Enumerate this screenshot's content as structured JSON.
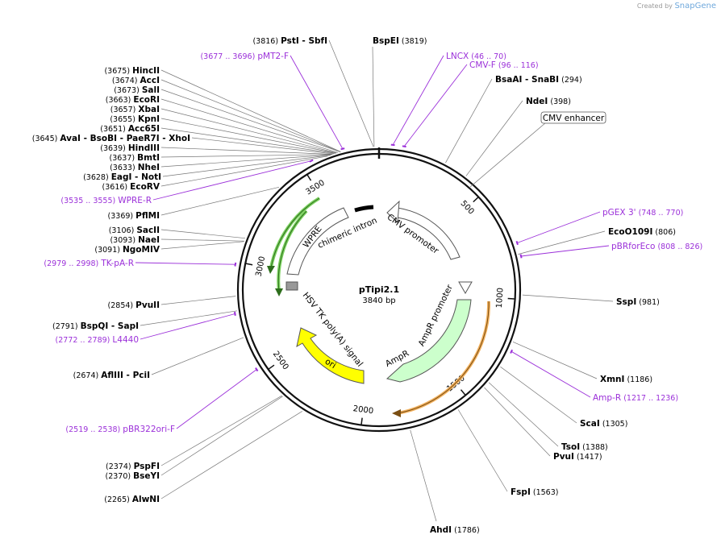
{
  "credit": {
    "prefix": "Created by",
    "brand": "SnapGene"
  },
  "plasmid": {
    "name": "pTipi2.1",
    "size_label": "3840 bp",
    "length": 3840
  },
  "ticks": [
    {
      "pos": 500,
      "label": "500"
    },
    {
      "pos": 1000,
      "label": "1000"
    },
    {
      "pos": 1500,
      "label": "1500"
    },
    {
      "pos": 2000,
      "label": "2000"
    },
    {
      "pos": 2500,
      "label": "2500"
    },
    {
      "pos": 3000,
      "label": "3000"
    },
    {
      "pos": 3500,
      "label": "3500"
    }
  ],
  "enzymes_left": [
    {
      "pos": "(3816)",
      "name": "PstI",
      "extra": "SbfI",
      "site": 3816
    },
    {
      "pos": "(3675)",
      "name": "HincII",
      "site": 3675
    },
    {
      "pos": "(3674)",
      "name": "AccI",
      "site": 3674
    },
    {
      "pos": "(3673)",
      "name": "SalI",
      "site": 3673
    },
    {
      "pos": "(3663)",
      "name": "EcoRI",
      "site": 3663
    },
    {
      "pos": "(3657)",
      "name": "XbaI",
      "site": 3657
    },
    {
      "pos": "(3655)",
      "name": "KpnI",
      "site": 3655
    },
    {
      "pos": "(3651)",
      "name": "Acc65I",
      "site": 3651
    },
    {
      "pos": "(3645)",
      "name": "AvaI",
      "extra": "BsoBI",
      "extra2": "PaeR7I",
      "extra3": "XhoI",
      "site": 3645
    },
    {
      "pos": "(3639)",
      "name": "HindIII",
      "site": 3639
    },
    {
      "pos": "(3637)",
      "name": "BmtI",
      "site": 3637
    },
    {
      "pos": "(3633)",
      "name": "NheI",
      "site": 3633
    },
    {
      "pos": "(3628)",
      "name": "EagI",
      "extra": "NotI",
      "site": 3628
    },
    {
      "pos": "(3616)",
      "name": "EcoRV",
      "site": 3616
    },
    {
      "pos": "(3369)",
      "name": "PflMI",
      "site": 3369
    },
    {
      "pos": "(3106)",
      "name": "SacII",
      "site": 3106
    },
    {
      "pos": "(3093)",
      "name": "NaeI",
      "site": 3093
    },
    {
      "pos": "(3091)",
      "name": "NgoMIV",
      "site": 3091
    },
    {
      "pos": "(2854)",
      "name": "PvuII",
      "site": 2854
    },
    {
      "pos": "(2791)",
      "name": "BspQI",
      "extra": "SapI",
      "site": 2791
    },
    {
      "pos": "(2674)",
      "name": "AflIII",
      "extra": "PciI",
      "site": 2674
    },
    {
      "pos": "(2374)",
      "name": "PspFI",
      "site": 2374
    },
    {
      "pos": "(2370)",
      "name": "BseYI",
      "site": 2370
    },
    {
      "pos": "(2265)",
      "name": "AlwNI",
      "site": 2265
    }
  ],
  "enzymes_right": [
    {
      "name": "BspEI",
      "pos": "(3819)",
      "site": 3819
    },
    {
      "name": "BsaAI",
      "extra": "SnaBI",
      "pos": "(294)",
      "site": 294
    },
    {
      "name": "NdeI",
      "pos": "(398)",
      "site": 398
    },
    {
      "name": "EcoO109I",
      "pos": "(806)",
      "site": 806
    },
    {
      "name": "SspI",
      "pos": "(981)",
      "site": 981
    },
    {
      "name": "XmnI",
      "pos": "(1186)",
      "site": 1186
    },
    {
      "name": "ScaI",
      "pos": "(1305)",
      "site": 1305
    },
    {
      "name": "TsoI",
      "pos": "(1388)",
      "site": 1388
    },
    {
      "name": "PvuI",
      "pos": "(1417)",
      "site": 1417
    },
    {
      "name": "FspI",
      "pos": "(1563)",
      "site": 1563
    },
    {
      "name": "AhdI",
      "pos": "(1786)",
      "site": 1786
    }
  ],
  "primers": [
    {
      "range": "(3677 .. 3696)",
      "name": "pMT2-F",
      "side": "left",
      "site": 3686
    },
    {
      "range": "(3535 .. 3555)",
      "name": "WPRE-R",
      "side": "left",
      "site": 3545
    },
    {
      "range": "(2979 .. 2998)",
      "name": "TK-pA-R",
      "side": "left",
      "site": 2988
    },
    {
      "range": "(2772 .. 2789)",
      "name": "L4440",
      "side": "left",
      "site": 2780
    },
    {
      "range": "(2519 .. 2538)",
      "name": "pBR322ori-F",
      "side": "left",
      "site": 2528
    },
    {
      "name": "LNCX",
      "range": "(46 .. 70)",
      "side": "right",
      "site": 58
    },
    {
      "name": "CMV-F",
      "range": "(96 .. 116)",
      "side": "right",
      "site": 106
    },
    {
      "name": "pGEX 3'",
      "range": "(748 .. 770)",
      "side": "right",
      "site": 759
    },
    {
      "name": "pBRforEco",
      "range": "(808 .. 826)",
      "side": "right",
      "site": 817
    },
    {
      "name": "Amp-R",
      "range": "(1217 .. 1236)",
      "side": "right",
      "site": 1226
    }
  ],
  "boxed_feature": {
    "name": "CMV enhancer"
  },
  "features": [
    {
      "name": "CMV promoter",
      "color": "#ffffff"
    },
    {
      "name": "chimeric intron",
      "color": "#000000"
    },
    {
      "name": "WPRE",
      "color": "#ffffff"
    },
    {
      "name": "HSV TK poly(A) signal",
      "color": "#999999"
    },
    {
      "name": "AmpR promoter",
      "color": "#ffffff"
    },
    {
      "name": "AmpR",
      "color": "#ccffcc"
    },
    {
      "name": "ori",
      "color": "#ffff00"
    }
  ],
  "colors": {
    "primer": "#9b30d9",
    "amp_orf": "#f2b15e",
    "wpre_orf": "#7bd15f",
    "ori": "#ffff00",
    "ampr": "#ccffcc"
  }
}
